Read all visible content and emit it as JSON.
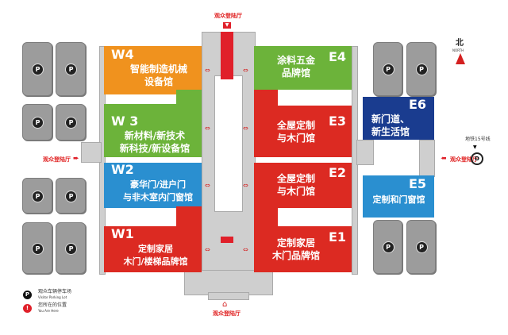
{
  "entrances": {
    "top": "观众登陆厅",
    "bottom": "观众登陆厅",
    "west": "观众登陆厅",
    "east": "观众登陆厅"
  },
  "compass": {
    "label_cn": "北",
    "label_en": "NORTH"
  },
  "subway": {
    "label": "地铁15号线"
  },
  "parking_icon": "P",
  "halls": {
    "W4": {
      "code": "W4",
      "line1": "智能制造机械",
      "line2": "设备馆",
      "color": "#f0921e"
    },
    "W3": {
      "code": "W 3",
      "line1": "新材料/新技术",
      "line2": "新科技/新设备馆",
      "color": "#6cb33a"
    },
    "W2": {
      "code": "W2",
      "line1": "豪华门/进户门",
      "line2": "与非木室内门窗馆",
      "color": "#2a8fd0"
    },
    "W1": {
      "code": "W1",
      "line1": "定制家居",
      "line2": "木门/楼梯品牌馆",
      "color": "#dc2a22"
    },
    "E4": {
      "code": "E4",
      "line1": "涂料五金",
      "line2": "品牌馆",
      "color": "#6cb33a"
    },
    "E3": {
      "code": "E3",
      "line1": "全屋定制",
      "line2": "与木门馆",
      "color": "#dc2a22"
    },
    "E2": {
      "code": "E2",
      "line1": "全屋定制",
      "line2": "与木门馆",
      "color": "#dc2a22"
    },
    "E1": {
      "code": "E1",
      "line1": "定制家居",
      "line2": "木门品牌馆",
      "color": "#dc2a22"
    },
    "E6": {
      "code": "E6",
      "line1": "新门道、",
      "line2": "新生活馆",
      "color": "#1a3c8f"
    },
    "E5": {
      "code": "E5",
      "line1": "定制和门窗馆",
      "line2": "",
      "color": "#2a8fd0"
    }
  },
  "legend": {
    "parking_cn": "观众车辆停车场",
    "parking_en": "Visitor Parking Lot",
    "here_cn": "您所在的位置",
    "here_en": "You Are Here"
  }
}
